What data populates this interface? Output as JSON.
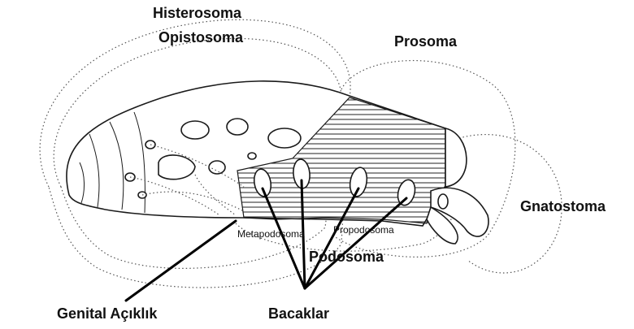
{
  "labels": {
    "histerosoma": "Histerosoma",
    "opistosoma": "Opistosoma",
    "prosoma": "Prosoma",
    "gnatostoma": "Gnatostoma",
    "metapodosoma": "Metapodosoma",
    "propodosoma": "Propodosoma",
    "podosoma": "Podosoma",
    "genital_aciklik": "Genital  Açıklık",
    "bacaklar": "Bacaklar"
  }
}
